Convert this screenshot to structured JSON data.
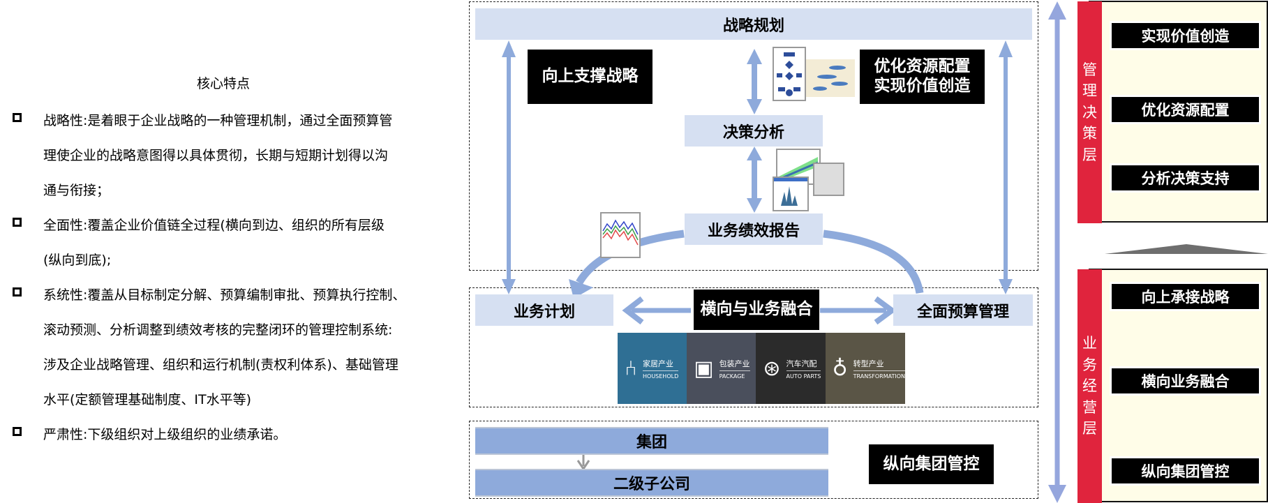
{
  "left_panel": {
    "title": "核心特点",
    "bullets": [
      {
        "lines": [
          "战略性:是着眼于企业战略的一种管理机制，通过全面预算管",
          "理使企业的战略意图得以具体贯彻，长期与短期计划得以沟",
          "通与衔接；"
        ]
      },
      {
        "lines": [
          "全面性:覆盖企业价值链全过程(横向到边、组织的所有层级",
          "(纵向到底);"
        ]
      },
      {
        "lines": [
          "系统性:覆盖从目标制定分解、预算编制审批、预算执行控制、",
          "滚动预测、分析调整到绩效考核的完整闭环的管理控制系统:",
          "涉及企业战略管理、组织和运行机制(责权利体系)、基础管理",
          "水平(定额管理基础制度、IT水平等)"
        ]
      },
      {
        "lines": [
          "严肃性:下级组织对上级组织的业绩承诺。"
        ]
      }
    ]
  },
  "diagram": {
    "strategy_planning": "战略规划",
    "support_strategy": "向上支撑战略",
    "optimize_value": "优化资源配置\n实现价值创造",
    "optimize_line1": "优化资源配置",
    "optimize_line2": "实现价值创造",
    "decision_analysis": "决策分析",
    "performance_report": "业务绩效报告",
    "business_plan": "业务计划",
    "horizontal_fusion": "横向与业务融合",
    "budget_management": "全面预算管理",
    "industries": [
      {
        "icon": "armchair-icon",
        "cn": "家居产业",
        "en": "HOUSEHOLD",
        "color": "#2f6f94"
      },
      {
        "icon": "package-icon",
        "cn": "包装产业",
        "en": "PACKAGE",
        "color": "#4a4f5c"
      },
      {
        "icon": "wheel-icon",
        "cn": "汽车汽配",
        "en": "AUTO PARTS",
        "color": "#2b2b2b"
      },
      {
        "icon": "lightbulb-icon",
        "cn": "转型产业",
        "en": "TRANSFORMATION",
        "color": "#5a5546"
      }
    ],
    "group": "集团",
    "subsidiary": "二级子公司",
    "vertical_control": "纵向集团管控"
  },
  "right_panel": {
    "mgmt_layer": {
      "label_chars": [
        "管",
        "理",
        "决",
        "策",
        "层"
      ],
      "items": [
        "实现价值创造",
        "优化资源配置",
        "分析决策支持"
      ]
    },
    "biz_layer": {
      "label_chars": [
        "业",
        "务",
        "经",
        "营",
        "层"
      ],
      "items": [
        "向上承接战略",
        "横向业务融合",
        "纵向集团管控"
      ]
    }
  },
  "colors": {
    "arrow_blue": "#8eaadb",
    "light_box": "#d6e0f2",
    "red_label": "#e0243d",
    "panel_yellow": "#fffde8"
  }
}
